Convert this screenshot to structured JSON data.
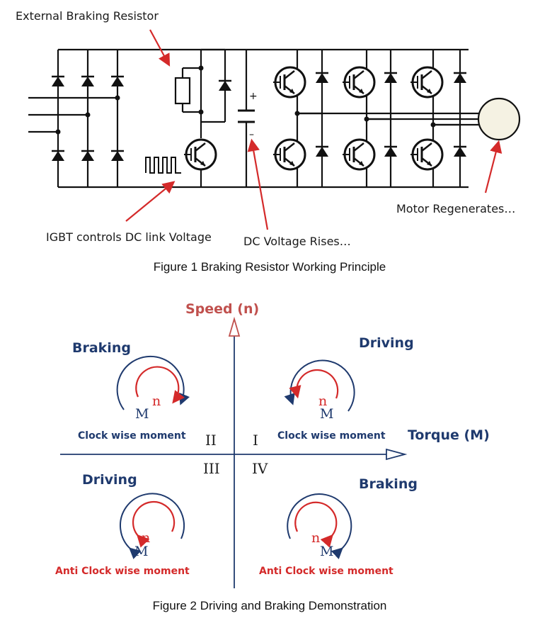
{
  "figure1": {
    "caption": "Figure 1  Braking Resistor Working Principle",
    "labels": {
      "resistor": "External Braking Resistor",
      "igbt": "IGBT controls DC link Voltage",
      "dc_voltage": "DC Voltage Rises…",
      "motor": "Motor Regenerates…"
    },
    "capacitor_plus": "+",
    "capacitor_minus": "–"
  },
  "figure2": {
    "caption": "Figure 2  Driving and Braking Demonstration",
    "axis_y": "Speed (n)",
    "axis_x": "Torque (M)",
    "quadrants": [
      {
        "numeral": "I",
        "mode": "Driving",
        "moment": "Clock wise  moment"
      },
      {
        "numeral": "II",
        "mode": "Braking",
        "moment": "Clock wise  moment"
      },
      {
        "numeral": "III",
        "mode": "Driving",
        "moment": "Anti Clock wise  moment"
      },
      {
        "numeral": "IV",
        "mode": "Braking",
        "moment": "Anti Clock wise  moment"
      }
    ],
    "speed_symbol": "n",
    "torque_symbol": "M"
  },
  "colors": {
    "navy": "#1f3a6e",
    "red": "#d42a2a",
    "title_red": "#c0504d",
    "motor_fill": "#f5f2e3"
  }
}
